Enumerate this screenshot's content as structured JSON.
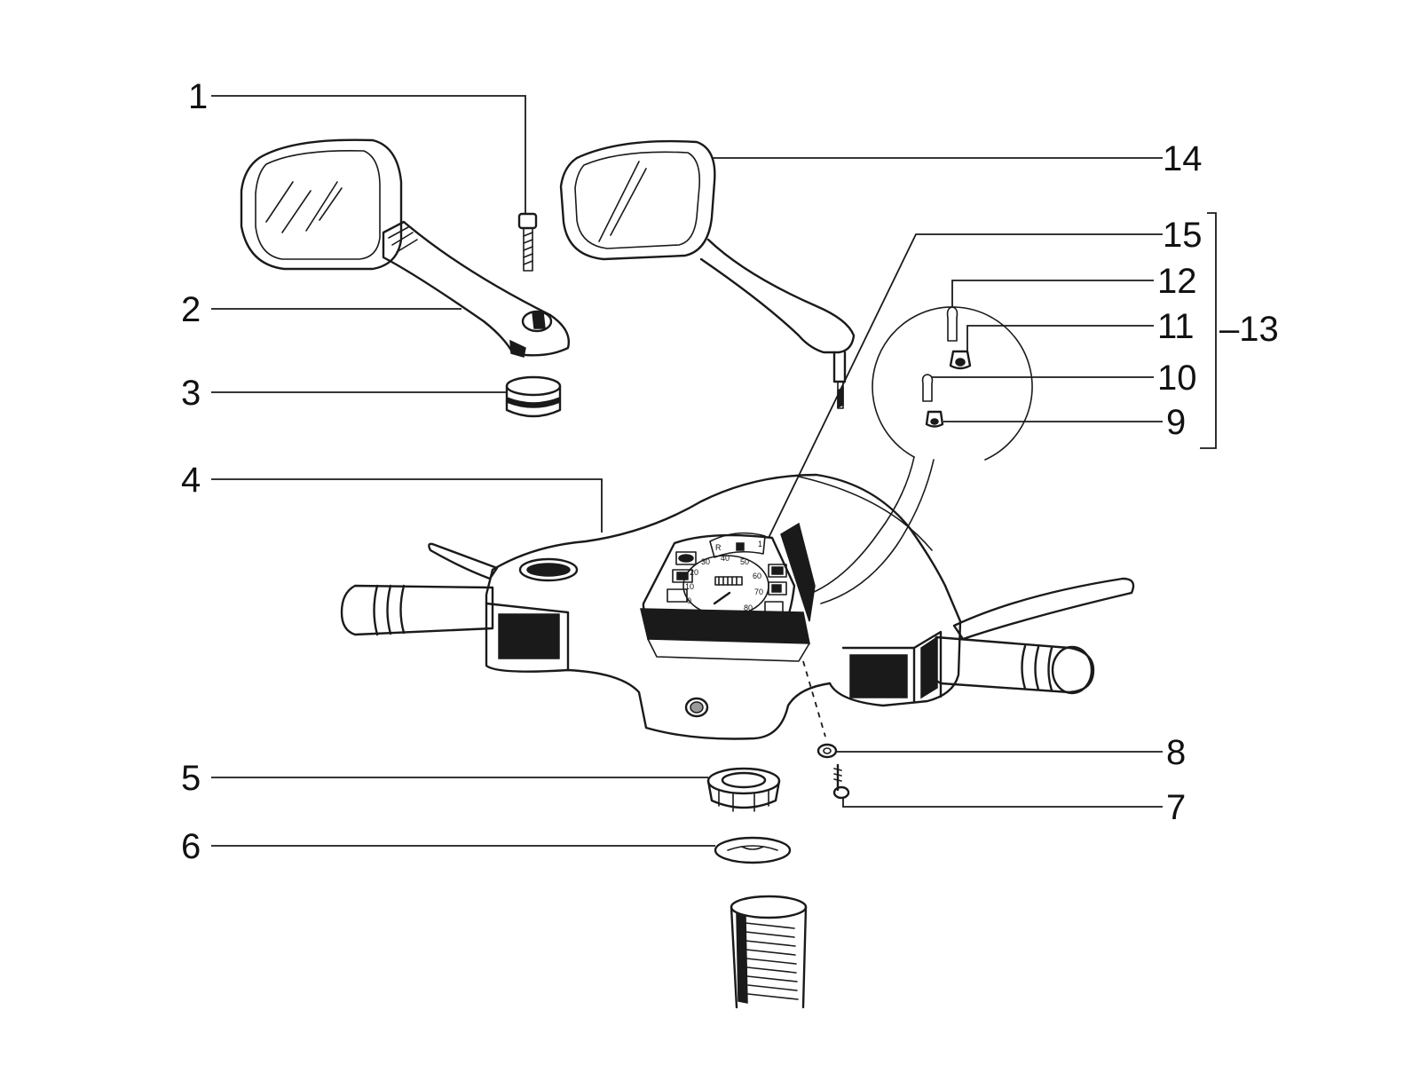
{
  "callouts": [
    {
      "id": "1",
      "label": "1"
    },
    {
      "id": "2",
      "label": "2"
    },
    {
      "id": "3",
      "label": "3"
    },
    {
      "id": "4",
      "label": "4"
    },
    {
      "id": "5",
      "label": "5"
    },
    {
      "id": "6",
      "label": "6"
    },
    {
      "id": "7",
      "label": "7"
    },
    {
      "id": "8",
      "label": "8"
    },
    {
      "id": "9",
      "label": "9"
    },
    {
      "id": "10",
      "label": "10"
    },
    {
      "id": "11",
      "label": "11"
    },
    {
      "id": "12",
      "label": "12"
    },
    {
      "id": "13",
      "label": "–13"
    },
    {
      "id": "14",
      "label": "14"
    },
    {
      "id": "15",
      "label": "15"
    }
  ],
  "speedometer": {
    "scale": [
      "0",
      "10",
      "20",
      "30",
      "40",
      "50",
      "60",
      "70",
      "80"
    ],
    "fuel_marks": [
      "R",
      "1"
    ]
  },
  "colors": {
    "ink": "#1a1a1a",
    "paper": "#ffffff"
  }
}
